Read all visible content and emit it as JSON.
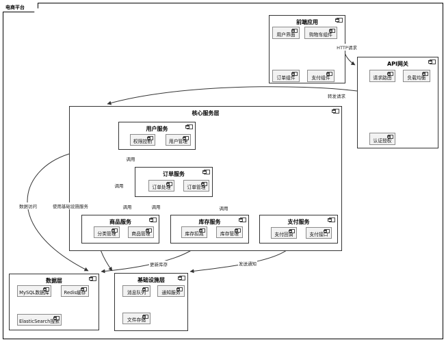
{
  "frame": {
    "title": "电商平台"
  },
  "containers": {
    "frontend": {
      "title": "前端应用",
      "components": {
        "ui": "用户界面",
        "cart": "购物车组件",
        "order": "订单组件",
        "payment": "支付组件"
      }
    },
    "gateway": {
      "title": "API网关",
      "components": {
        "routing": "请求路由",
        "load_balance": "负载均衡",
        "auth": "认证授权"
      }
    },
    "core": {
      "title": "核心服务层",
      "services": {
        "user": {
          "title": "用户服务",
          "components": {
            "a": "权限控制",
            "b": "用户管理"
          }
        },
        "order": {
          "title": "订单服务",
          "components": {
            "a": "订单处理",
            "b": "订单管理"
          }
        },
        "product": {
          "title": "商品服务",
          "components": {
            "a": "分类管理",
            "b": "商品管理"
          }
        },
        "inventory": {
          "title": "库存服务",
          "components": {
            "a": "库存扣减",
            "b": "库存管理"
          }
        },
        "payment": {
          "title": "支付服务",
          "components": {
            "a": "支付回调",
            "b": "支付接口"
          }
        }
      }
    },
    "data": {
      "title": "数据层",
      "components": {
        "mysql": "MySQL数据库",
        "redis": "Redis缓存",
        "es": "ElasticSearch搜索"
      }
    },
    "infra": {
      "title": "基础设施层",
      "components": {
        "mq": "消息队列",
        "notify": "通知服务",
        "file": "文件存储"
      }
    }
  },
  "edge_labels": {
    "http_request": "HTTP请求",
    "forward_request": "转发请求",
    "call1": "调用",
    "call2": "调用",
    "call3": "调用",
    "call4": "调用",
    "call5": "调用",
    "data_access": "数据访问",
    "use_infrastructure": "使用基础设施服务",
    "update_inventory": "更新库存",
    "send_notification": "发送通知"
  },
  "colors": {
    "edge": "#333333",
    "node_border": "#333333",
    "leaf_fill": "#f2f2f2"
  }
}
